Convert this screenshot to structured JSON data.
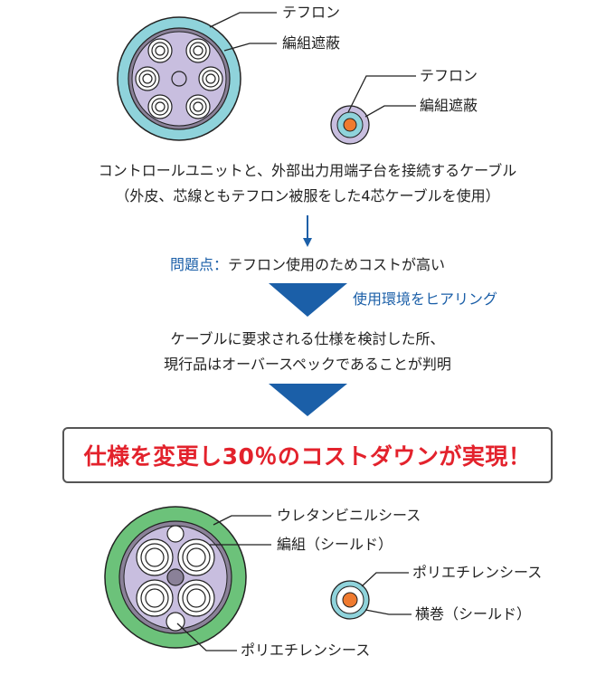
{
  "before": {
    "main_cable_labels": [
      "テフロン",
      "編組遮蔽"
    ],
    "single_core_labels": [
      "テフロン",
      "編組遮蔽"
    ],
    "description": [
      "コントロールユニットと、外部出力用端子台を接続するケーブル",
      "（外皮、芯線ともテフロン被服をした4芯ケーブルを使用）"
    ],
    "problem_label": "問題点：",
    "problem_text": "テフロン使用のためコストが高い"
  },
  "hearing": "使用環境をヒアリング",
  "finding": [
    "ケーブルに要求される仕様を検討した所、",
    "現行品はオーバースペックであることが判明"
  ],
  "result": "仕様を変更し30％のコストダウンが実現！",
  "after": {
    "main_cable_labels": [
      "ウレタンビニルシース",
      "編組（シールド）",
      "ポリエチレンシース"
    ],
    "single_core_labels": [
      "ポリエチレンシース",
      "横巻（シールド）"
    ]
  },
  "colors": {
    "teflon_outer": "#8fd3db",
    "braid": "#8a8198",
    "core_fill": "#c8bedf",
    "urethane_outer": "#6cc27a",
    "conductor": "#ef7a2f",
    "arrow_blue": "#1b5fa8",
    "accent_red": "#e3222c"
  }
}
